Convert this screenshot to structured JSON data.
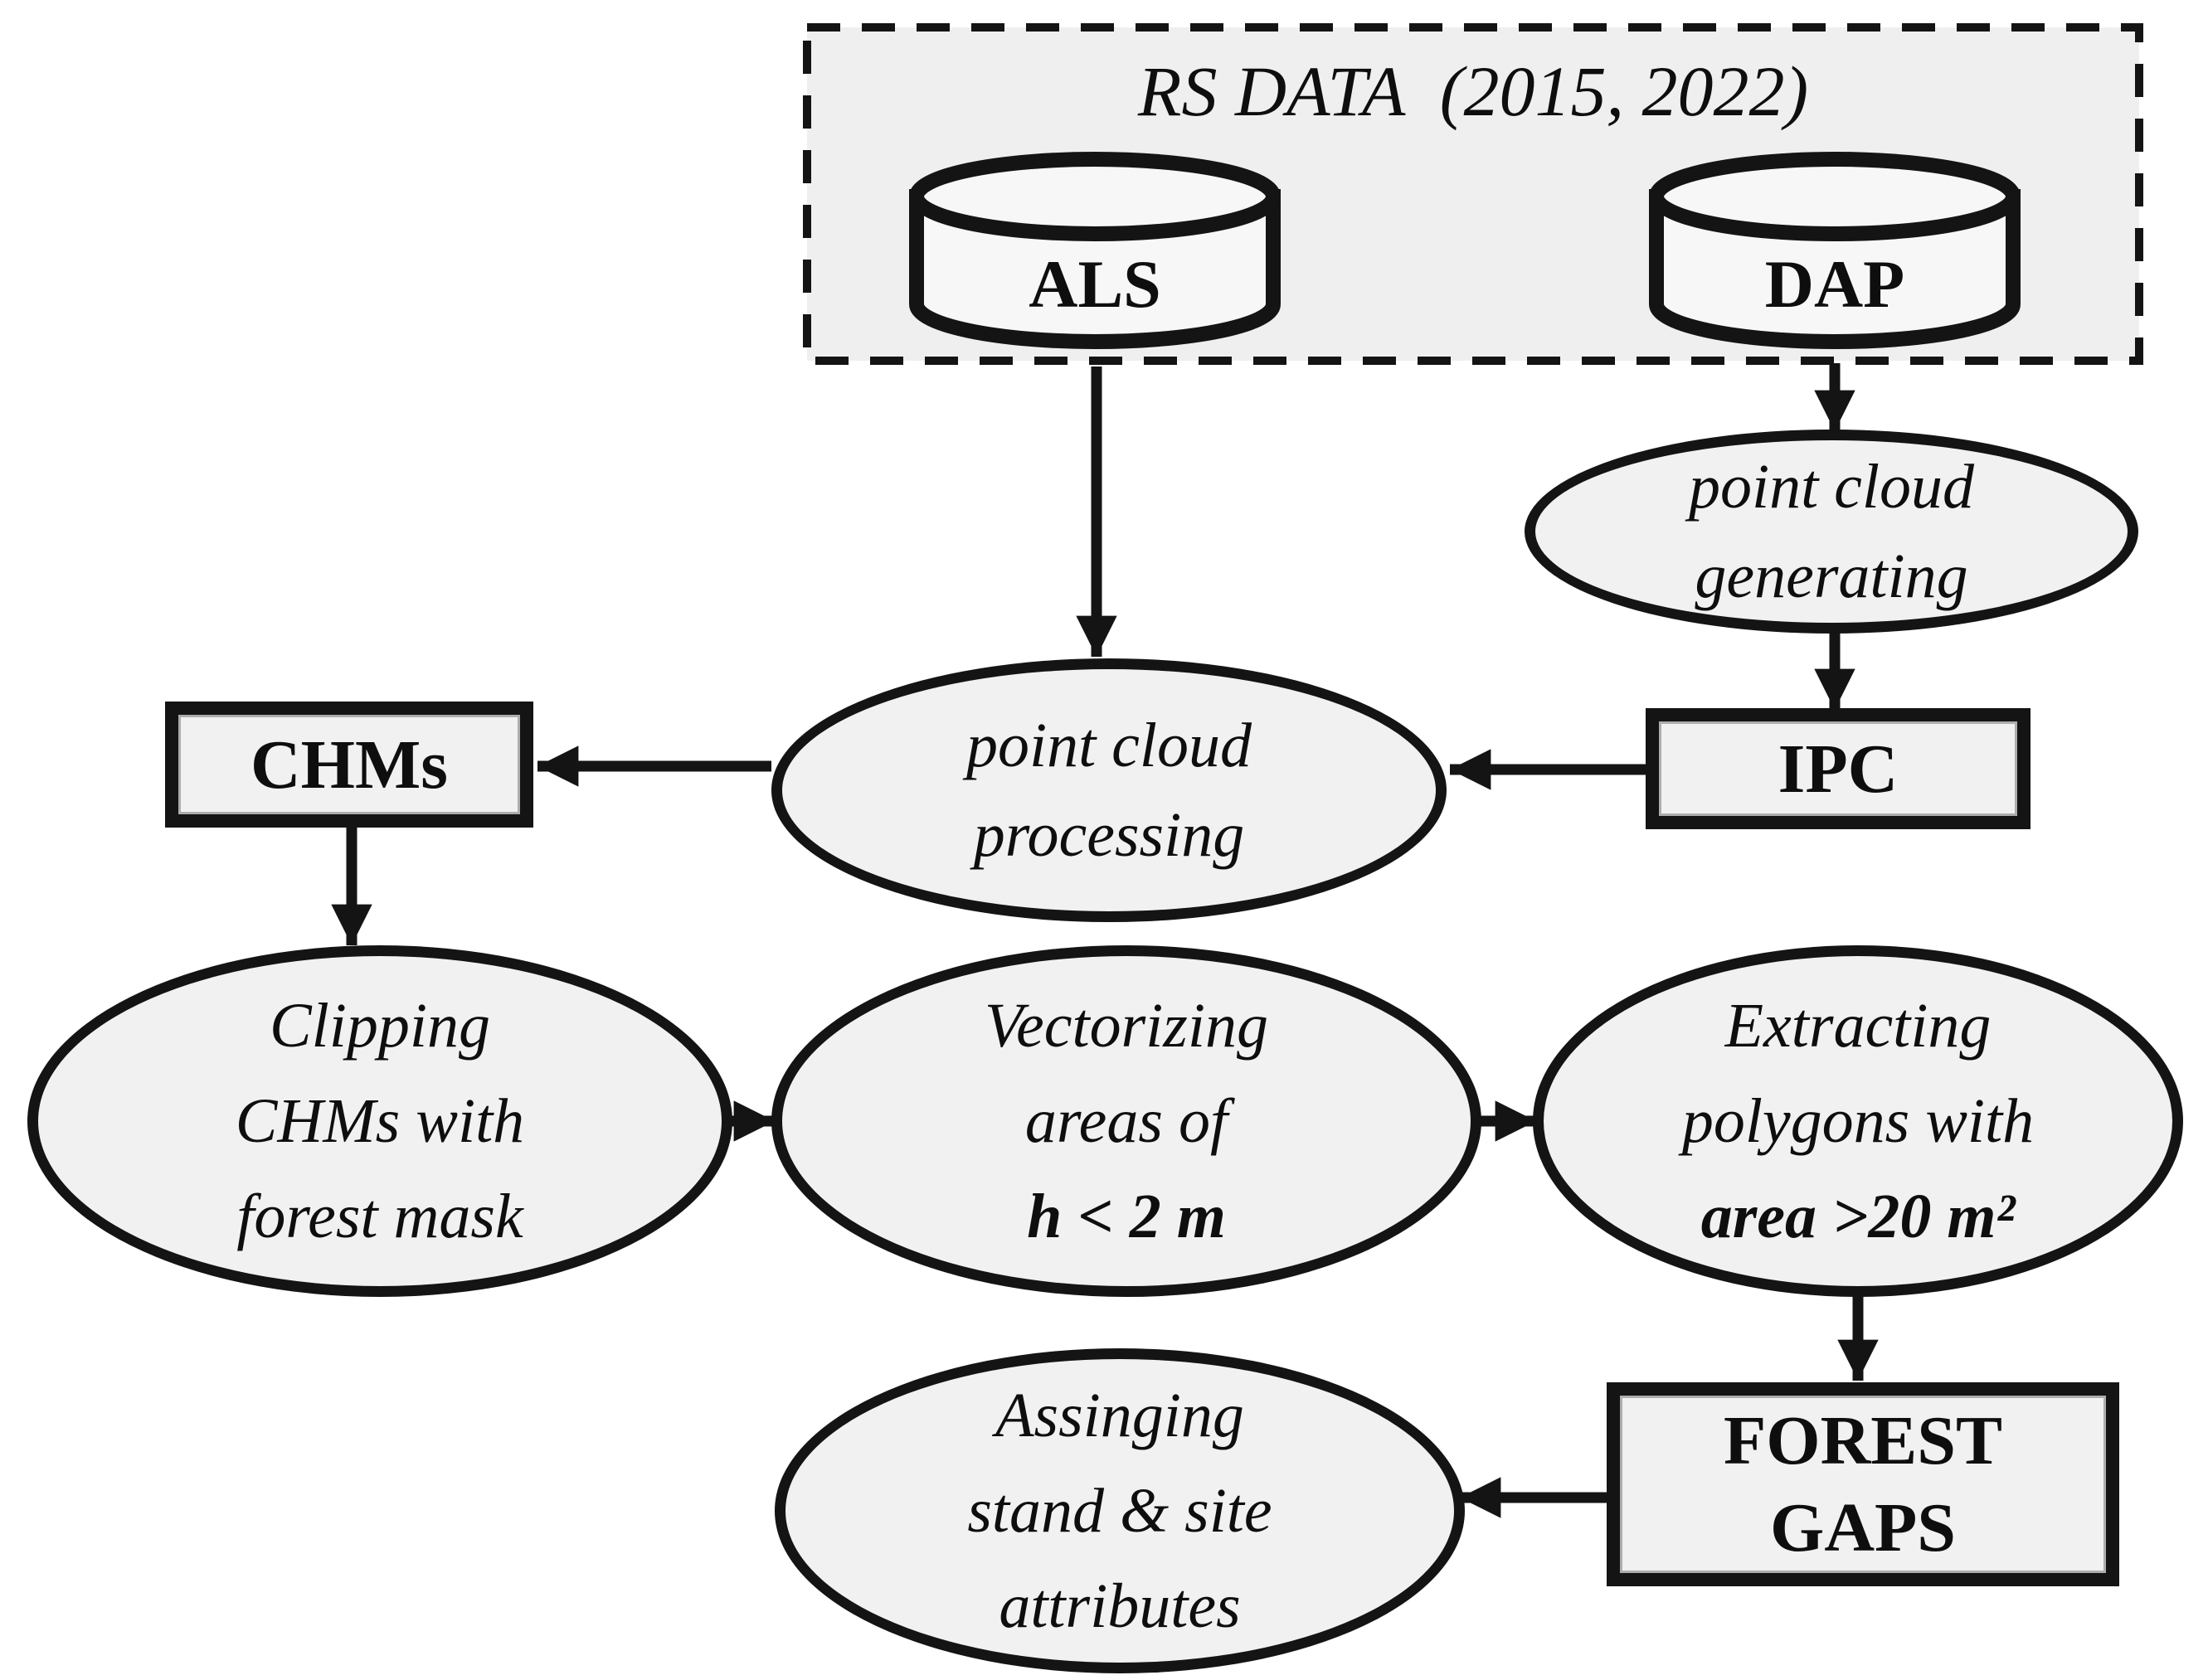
{
  "figure": {
    "title_block": {
      "title": "RS DATA  (2015, 2022)"
    },
    "datasets": {
      "als": "ALS",
      "dap": "DAP"
    },
    "nodes": {
      "generating": {
        "lines": [
          "point cloud",
          "generating"
        ]
      },
      "ipc": {
        "label": "IPC"
      },
      "processing": {
        "lines": [
          "point cloud",
          "processing"
        ]
      },
      "chms": {
        "label": "CHMs"
      },
      "clipping": {
        "lines": [
          "Clipping",
          "CHMs with",
          "forest mask"
        ]
      },
      "vectorizing": {
        "lines": [
          "Vectorizing",
          "areas of"
        ],
        "emphasis": "h < 2 m"
      },
      "extracting": {
        "lines": [
          "Extracting",
          "polygons with"
        ],
        "emphasis": "area >20 m²"
      },
      "forest_gaps": {
        "lines": [
          "FOREST",
          "GAPS"
        ]
      },
      "assigning": {
        "lines": [
          "Assinging",
          "stand & site",
          "attributes"
        ]
      }
    },
    "palette": {
      "background": "#ffffff",
      "group_fill": "#efefef",
      "node_fill": "#f1f1f1",
      "cylinder_fill": "#f7f7f7",
      "ink": "#141414"
    }
  }
}
